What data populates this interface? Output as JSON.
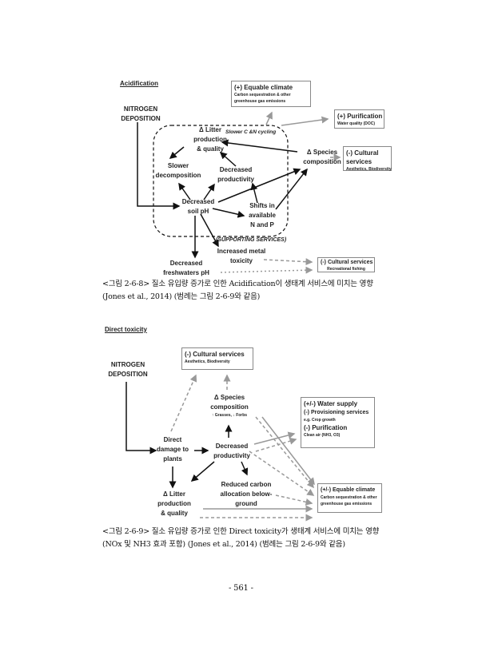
{
  "fig1": {
    "heading": "Acidification",
    "nitrogen": [
      "NITROGEN",
      "DEPOSITION"
    ],
    "equable": {
      "title": "(+)  Equable climate",
      "sub": [
        "Carbon sequestration & other",
        "greenhouse gas emissions"
      ]
    },
    "purification": {
      "title": "(+) Purification",
      "sub": "Water quality (DOC)"
    },
    "cultural": {
      "title": [
        "(-) Cultural",
        "services"
      ],
      "sub": "Aesthetics, Biodiversity"
    },
    "litter": [
      "Δ Litter",
      "production",
      "& quality"
    ],
    "cycling": "Slower C &N cycling",
    "species": [
      "Δ Species",
      "composition"
    ],
    "slower": [
      "Slower",
      "decomposition"
    ],
    "productivity": [
      "Decreased",
      "productivity"
    ],
    "soilph": [
      "Decreased",
      "soil pH"
    ],
    "shifts": [
      "Shifts in",
      "available",
      "N and P"
    ],
    "supporting": "(SUPPORTING SERVICES)",
    "metal": [
      "Increased metal",
      "toxicity"
    ],
    "freshwater": [
      "Decreased",
      "freshwaters pH"
    ],
    "recreational": {
      "title": "(-) Cultural services",
      "sub": "Recreational fishing"
    },
    "caption": [
      "<그림 2-6-8> 질소 유입량 증가로 인한 Acidification이 생태계 서비스에 미치는 영향",
      "(Jones et al., 2014) (범례는 그림 2-6-9와 같음)"
    ]
  },
  "fig2": {
    "heading": "Direct toxicity",
    "nitrogen": [
      "NITROGEN",
      "DEPOSITION"
    ],
    "cultural": {
      "title": "(-) Cultural services",
      "sub": "Aesthetics, Biodiversity"
    },
    "species": [
      "Δ Species",
      "composition"
    ],
    "species_sub": "↑ Grasses, ↓ Forbs",
    "water": {
      "title": "(+/-) Water supply",
      "prov": "(-) Provisioning services",
      "prov_sub": "e.g. Crop growth",
      "pur": "(-) Purification",
      "pur_sub": "Clean air (NH3, O3)"
    },
    "direct": [
      "Direct",
      "damage to",
      "plants"
    ],
    "productivity": [
      "Decreased",
      "productivity"
    ],
    "carbon": [
      "Reduced carbon",
      "allocation below-",
      "ground"
    ],
    "litter": [
      "Δ Litter",
      "production",
      "& quality"
    ],
    "equable": {
      "title": "(+/-) Equable climate",
      "sub": [
        "Carbon sequestration & other",
        "greenhouse gas emissions"
      ]
    },
    "caption": [
      "<그림 2-6-9> 질소 유입량 증가로 인한 Direct toxicity가 생태계 서비스에 미치는 영향",
      "(NOx 및 NH3 효과 포함) (Jones et al., 2014) (범례는 그림 2-6-9와 같음)"
    ]
  },
  "page_number": "- 561 -"
}
